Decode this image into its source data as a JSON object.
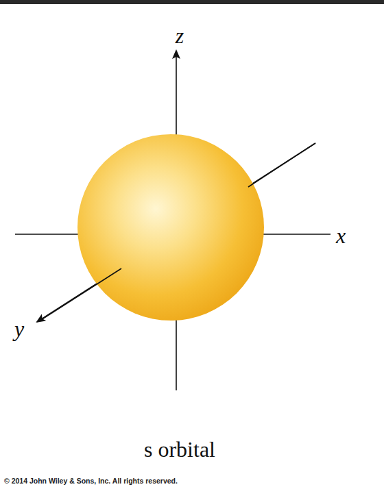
{
  "diagram": {
    "caption": "s orbital",
    "labels": [
      "z",
      "x",
      "y",
      "© 2014 John Wiley & Sons, Inc. All rights reserved."
    ]
  }
}
